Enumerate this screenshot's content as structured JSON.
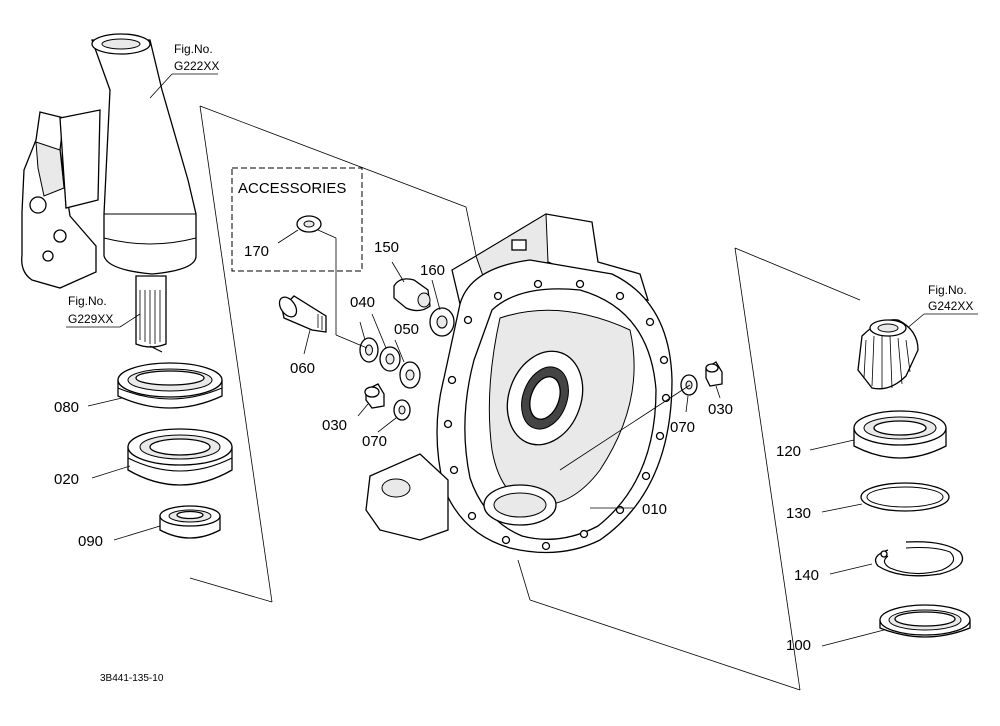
{
  "accessories_title": "ACCESSORIES",
  "figure_refs": [
    {
      "id": "top",
      "line1": "Fig.No.",
      "line2": "G222XX"
    },
    {
      "id": "shaft",
      "line1": "Fig.No.",
      "line2": "G229XX"
    },
    {
      "id": "gear",
      "line1": "Fig.No.",
      "line2": "G242XX"
    }
  ],
  "part_labels": {
    "p010": "010",
    "p020": "020",
    "p030a": "030",
    "p030b": "030",
    "p040": "040",
    "p050": "050",
    "p060": "060",
    "p070a": "070",
    "p070b": "070",
    "p080": "080",
    "p090": "090",
    "p100": "100",
    "p120": "120",
    "p130": "130",
    "p140": "140",
    "p150": "150",
    "p160": "160",
    "p170": "170"
  },
  "drawing_code": "3B441-135-10"
}
